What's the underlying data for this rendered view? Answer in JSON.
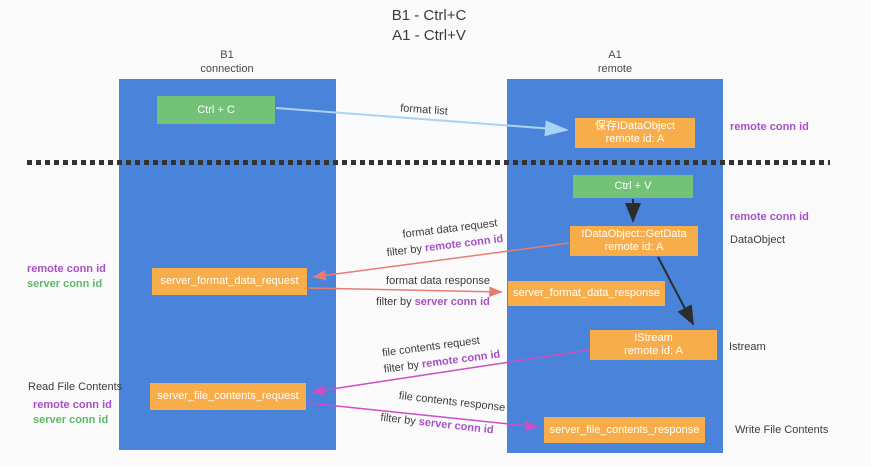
{
  "title": {
    "line1": "B1 - Ctrl+C",
    "line2": "A1 - Ctrl+V"
  },
  "lanes": {
    "left": {
      "name": "B1",
      "role": "connection"
    },
    "right": {
      "name": "A1",
      "role": "remote"
    }
  },
  "nodes": {
    "ctrl_c": {
      "label": "Ctrl + C"
    },
    "ctrl_v": {
      "label": "Ctrl + V"
    },
    "save_dataobject": {
      "line1": "保存IDataObject",
      "line2": "remote id: A"
    },
    "getdata": {
      "line1": "IDataObject::GetData",
      "line2": "remote id: A"
    },
    "istream": {
      "line1": "IStream",
      "line2": "remote id: A"
    },
    "format_request": {
      "label": "server_format_data_request"
    },
    "format_response": {
      "label": "server_format_data_response"
    },
    "file_request": {
      "label": "server_file_contents_request"
    },
    "file_response": {
      "label": "server_file_contents_response"
    }
  },
  "flow_labels": {
    "format_list": "format list",
    "format_request": {
      "title": "format data request",
      "filter_prefix": "filter by ",
      "filter_key": "remote conn id"
    },
    "format_response": {
      "title": "format data response",
      "filter_prefix": "filter by ",
      "filter_key": "server conn id"
    },
    "file_request": {
      "title": "file contents request",
      "filter_prefix": "filter by ",
      "filter_key": "remote conn id"
    },
    "file_response": {
      "title": "file contents response",
      "filter_prefix": "filter by ",
      "filter_key": "server conn id"
    }
  },
  "side_labels": {
    "right_conn_top": "remote conn id",
    "right_conn_mid": "remote conn id",
    "right_dataobject": "DataObject",
    "right_istream": "Istream",
    "right_write": "Write File Contents",
    "left_format_remote": "remote conn id",
    "left_format_server": "server conn id",
    "left_read": "Read File Contents",
    "left_file_remote": "remote conn id",
    "left_file_server": "server conn id"
  },
  "colors": {
    "lane_blue": "#4a84da",
    "node_orange": "#f8ad4b",
    "node_green": "#74c278",
    "arrow_lightblue": "#a9d3f2",
    "arrow_red": "#e87b72",
    "arrow_magenta": "#cd4ec5",
    "arrow_black": "#2d2d2d",
    "text_purple": "#a84fc7",
    "text_green": "#5fb767"
  }
}
